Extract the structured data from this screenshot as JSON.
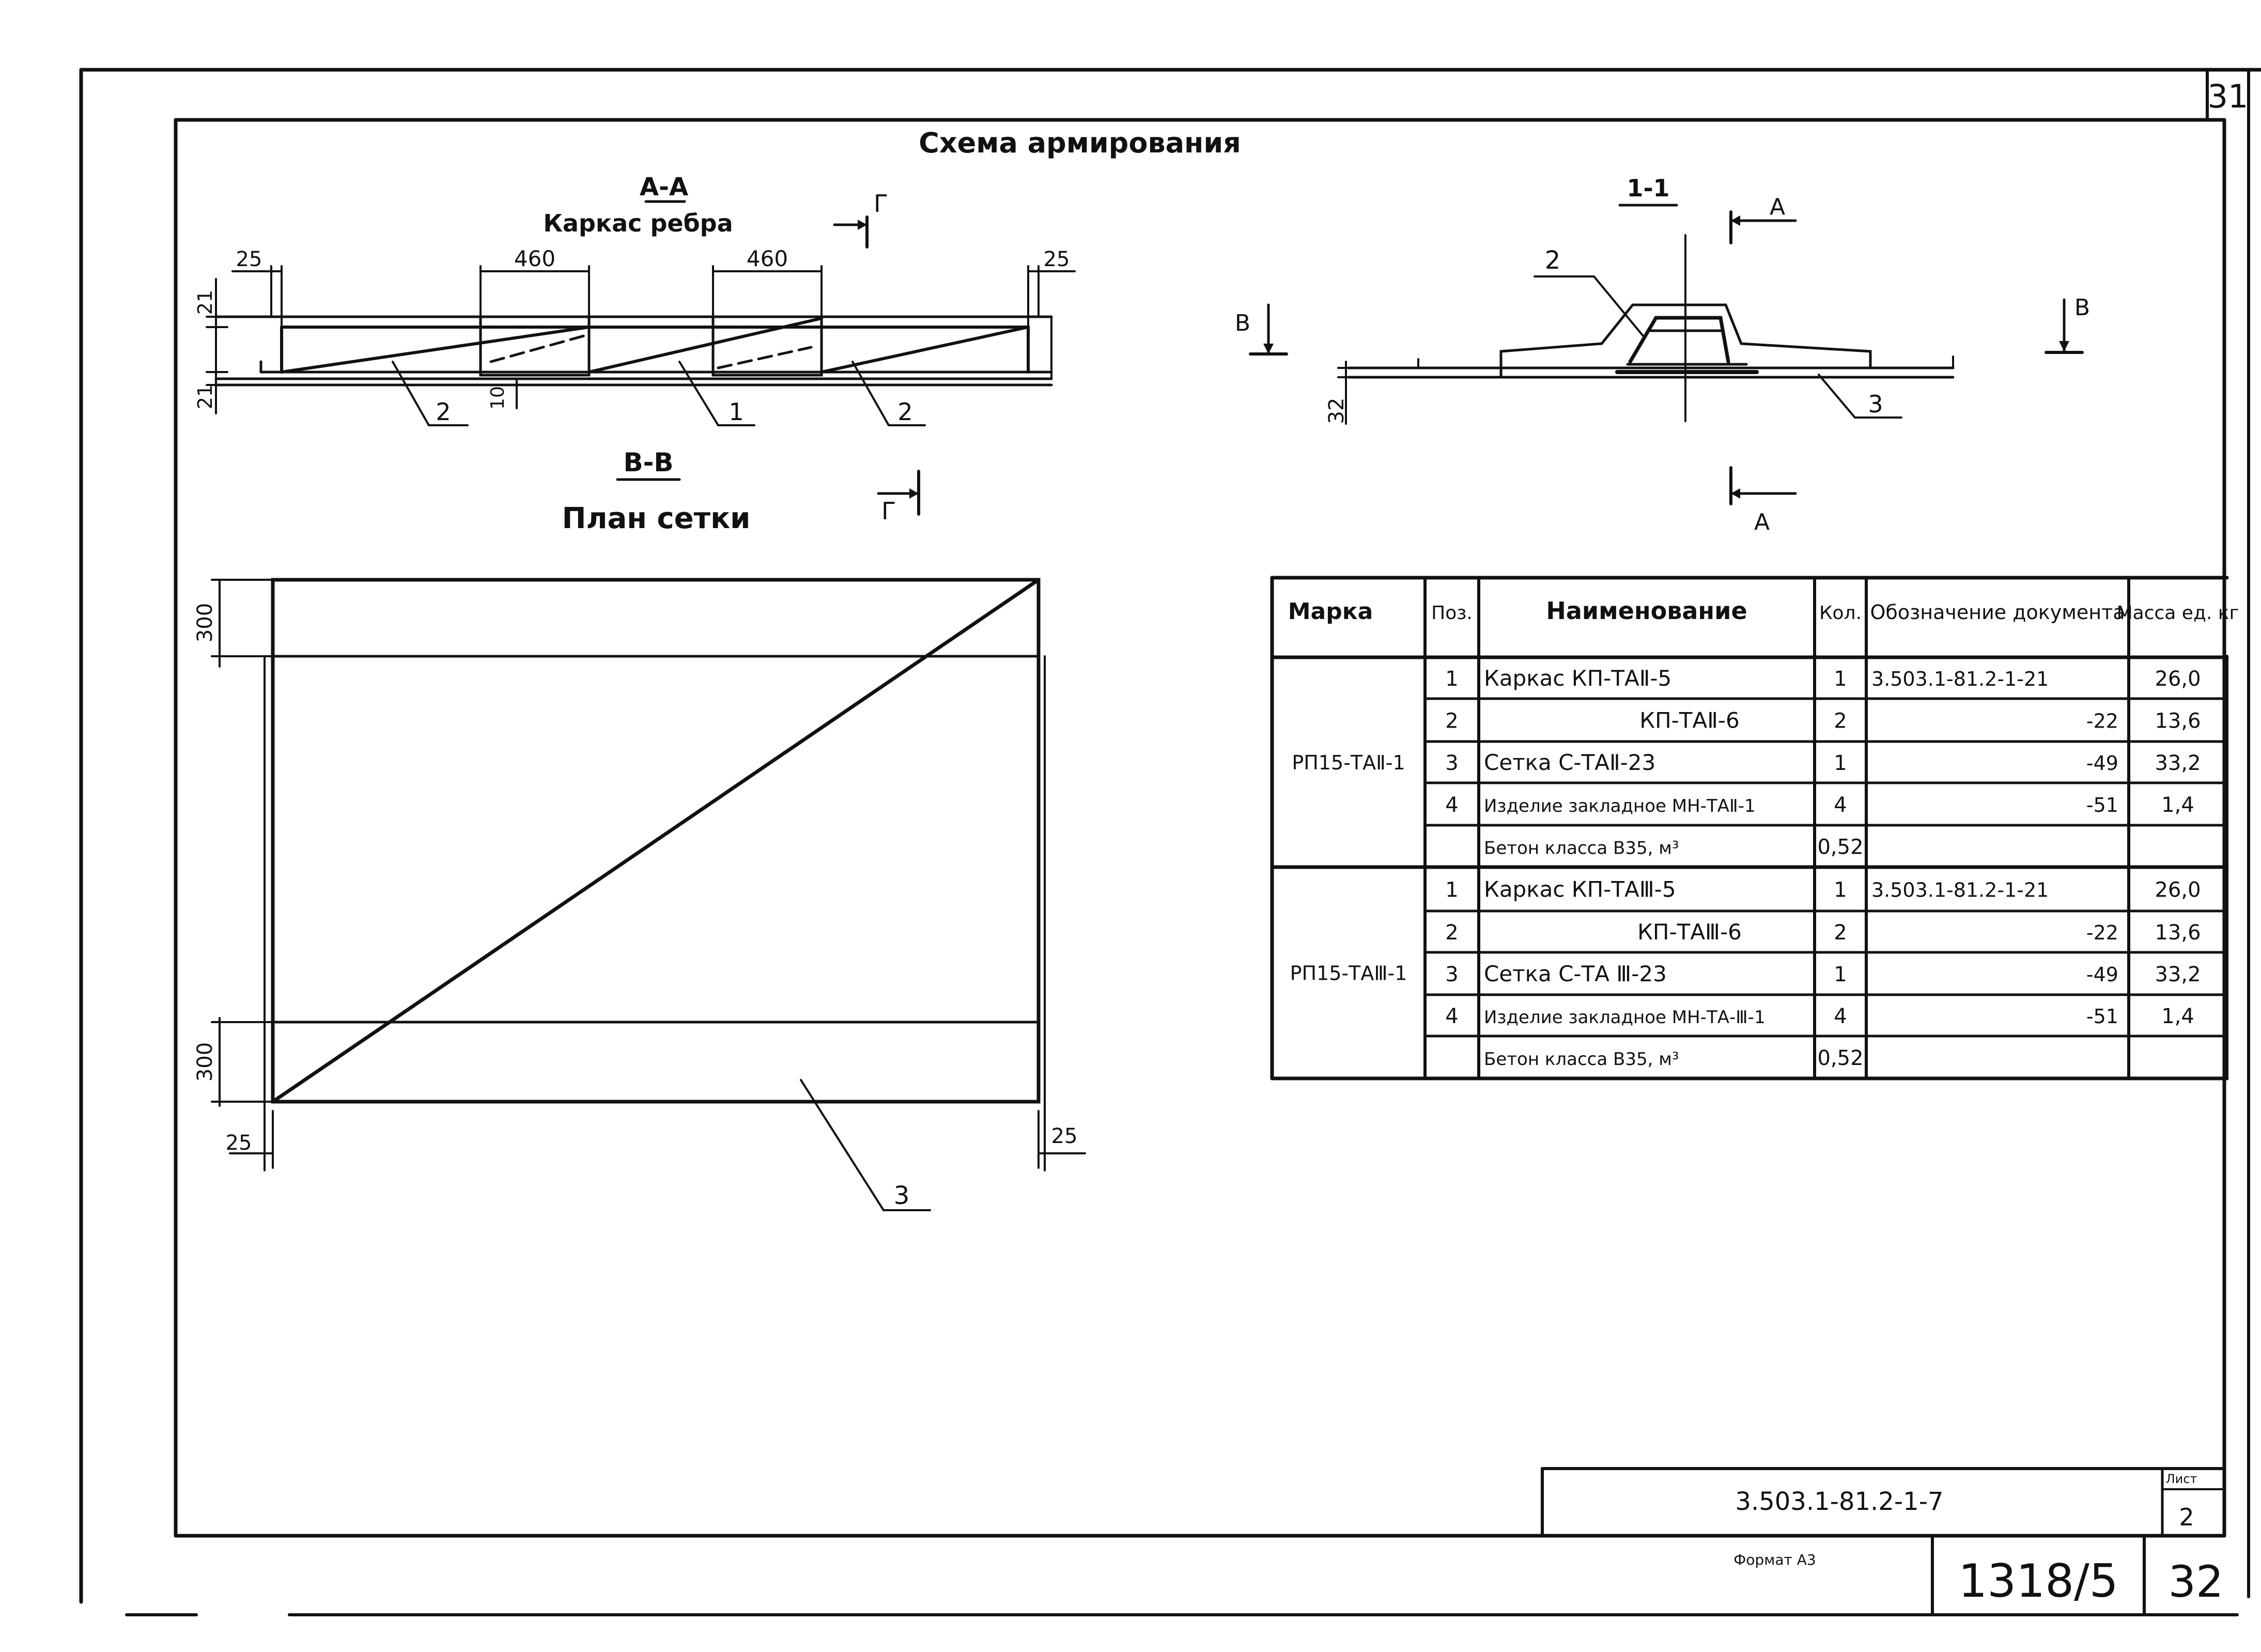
{
  "sheet_corner": "31",
  "title": "Схема армирования",
  "section_aa": {
    "label": "А-А",
    "caption": "Каркас ребра",
    "dims": {
      "left_end": "25",
      "seg1": "460",
      "seg2": "460",
      "right_end": "25",
      "h_top": "21",
      "h_bottom": "21",
      "h_small": "10"
    },
    "callouts": [
      "2",
      "1",
      "2"
    ]
  },
  "section_vv": {
    "label": "В-В",
    "caption": "План сетки",
    "dims": {
      "top": "300",
      "bottom": "300",
      "left": "25",
      "right": "25"
    },
    "callout": "3"
  },
  "section_11": {
    "label": "1-1",
    "callouts": [
      "2",
      "3"
    ],
    "dim": "32",
    "cut_a_top": "А",
    "cut_a_bottom": "А",
    "cut_b_left": "В",
    "cut_b_right": "В"
  },
  "cut_g": {
    "top": "Г",
    "bottom": "Г"
  },
  "spec_table": {
    "headers": [
      "Марка",
      "Поз.",
      "Наименование",
      "Кол.",
      "Обозначение документа",
      "Масса ед. кг"
    ],
    "groups": [
      {
        "mark": "РП15-ТАⅡ-1",
        "rows": [
          {
            "pos": "1",
            "name": "Каркас   КП-ТАⅡ-5",
            "qty": "1",
            "doc": "3.503.1-81.2-1-21",
            "mass": "26,0"
          },
          {
            "pos": "2",
            "name": "КП-ТАⅡ-6",
            "qty": "2",
            "doc": "-22",
            "mass": "13,6"
          },
          {
            "pos": "3",
            "name": "Сетка  С-ТАⅡ-23",
            "qty": "1",
            "doc": "-49",
            "mass": "33,2"
          },
          {
            "pos": "4",
            "name": "Изделие закладное МН-ТАⅡ-1",
            "qty": "4",
            "doc": "-51",
            "mass": "1,4"
          },
          {
            "pos": "",
            "name": "Бетон класса В35, м³",
            "qty": "0,52",
            "doc": "",
            "mass": ""
          }
        ]
      },
      {
        "mark": "РП15-ТАⅢ-1",
        "rows": [
          {
            "pos": "1",
            "name": "Каркас   КП-ТАⅢ-5",
            "qty": "1",
            "doc": "3.503.1-81.2-1-21",
            "mass": "26,0"
          },
          {
            "pos": "2",
            "name": "КП-ТАⅢ-6",
            "qty": "2",
            "doc": "-22",
            "mass": "13,6"
          },
          {
            "pos": "3",
            "name": "Сетка  С-ТА Ⅲ-23",
            "qty": "1",
            "doc": "-49",
            "mass": "33,2"
          },
          {
            "pos": "4",
            "name": "Изделие закладное МН-ТА-Ⅲ-1",
            "qty": "4",
            "doc": "-51",
            "mass": "1,4"
          },
          {
            "pos": "",
            "name": "Бетон класса В35, м³",
            "qty": "0,52",
            "doc": "",
            "mass": ""
          }
        ]
      }
    ]
  },
  "title_block": {
    "doc_code": "3.503.1-81.2-1-7",
    "sheet_label": "Лист",
    "sheet_no": "2",
    "format": "Формат А3",
    "album": "1318/5",
    "page": "32"
  }
}
